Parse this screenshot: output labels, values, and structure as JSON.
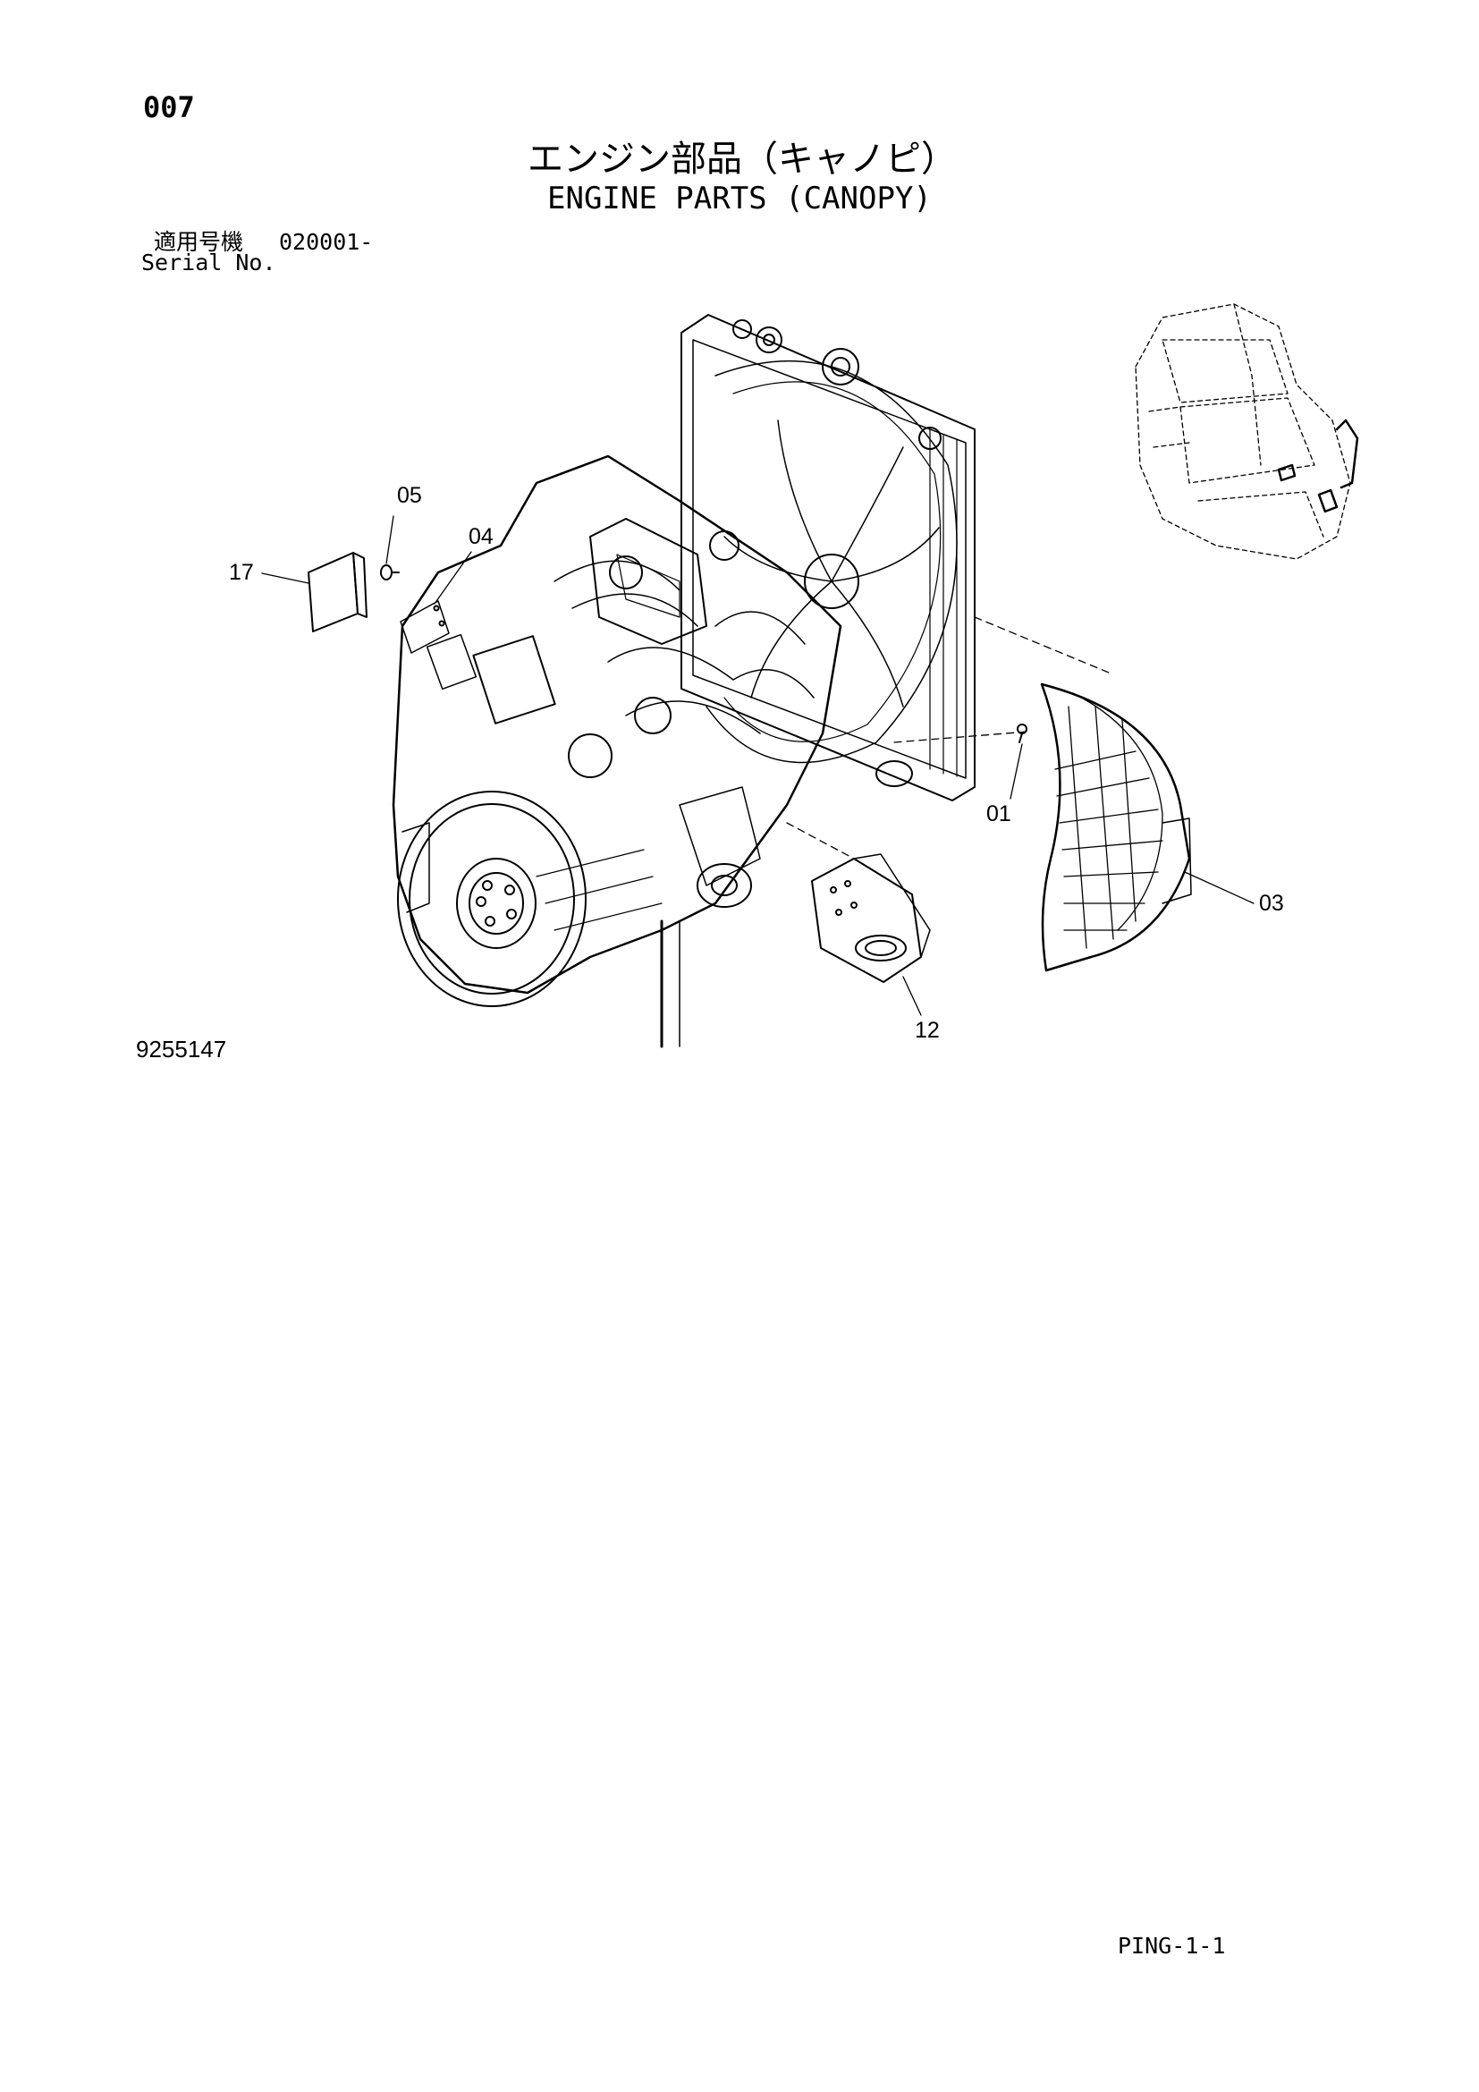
{
  "header": {
    "page_number": "007",
    "title_jp": "エンジン部品（キャノピ）",
    "title_en": "ENGINE PARTS (CANOPY)",
    "serial_label_jp": "適用号機",
    "serial_value": "020001-",
    "serial_label_en": "Serial No."
  },
  "callouts": {
    "c05": "05",
    "c04": "04",
    "c17": "17",
    "c01": "01",
    "c03": "03",
    "c12": "12"
  },
  "footer": {
    "drawing_number": "9255147",
    "page_code": "PING-1-1"
  }
}
